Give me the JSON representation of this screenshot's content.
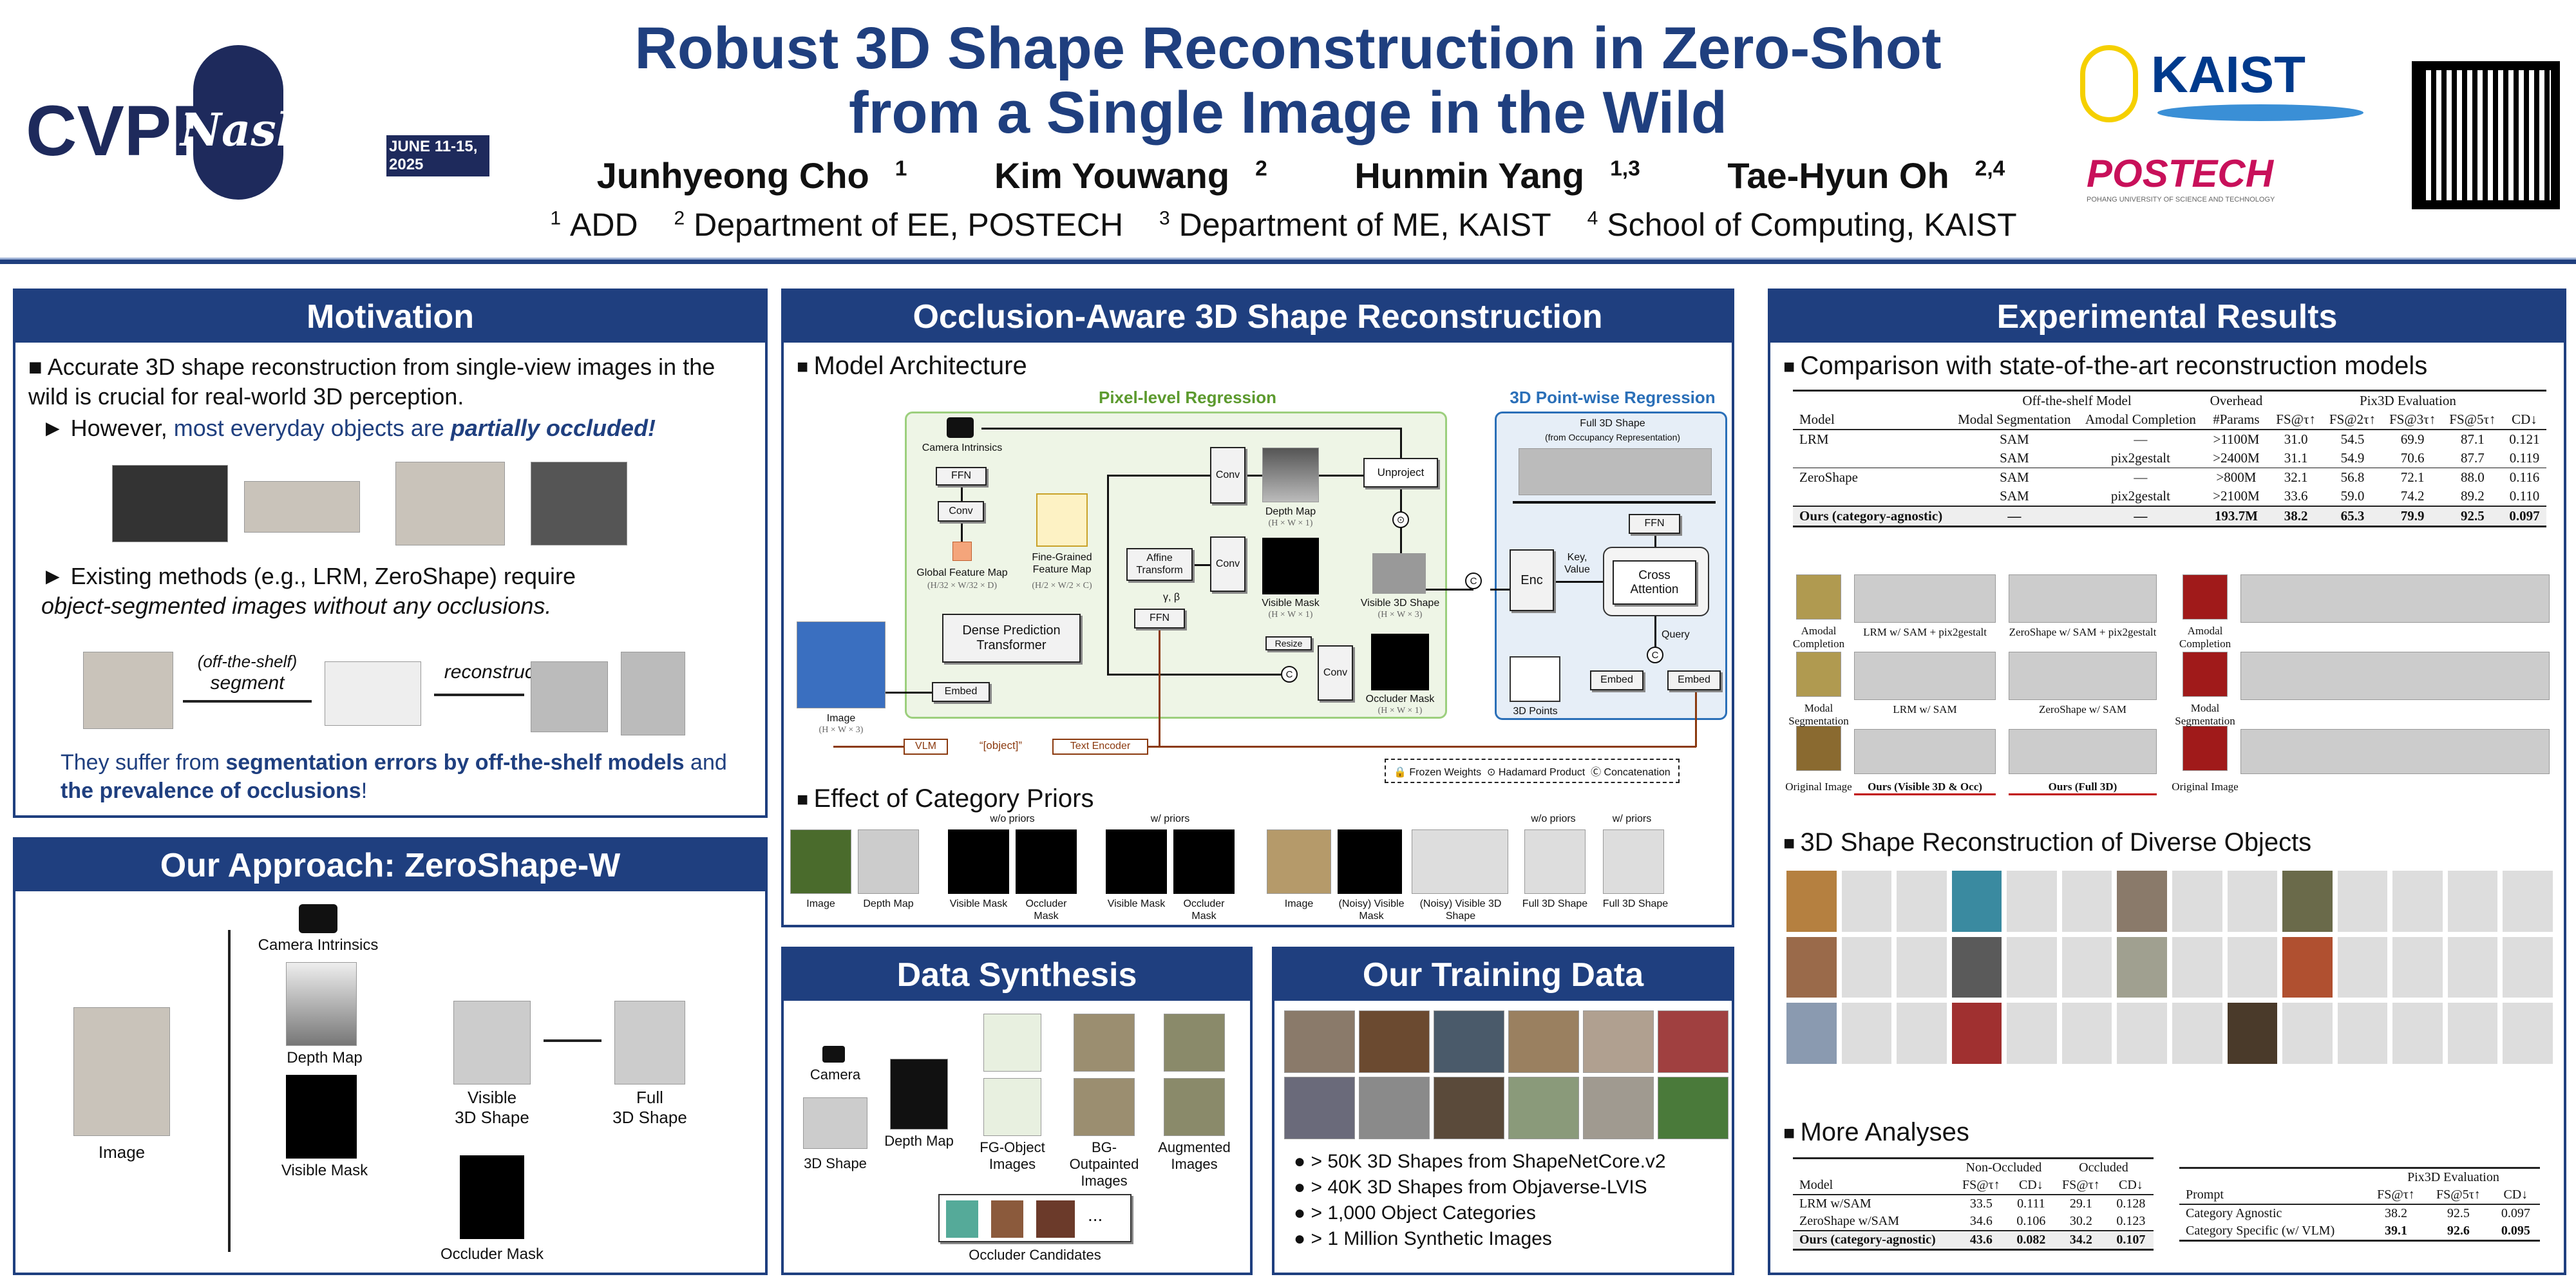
{
  "header": {
    "title_line1": "Robust 3D Shape Reconstruction in Zero-Shot",
    "title_line2": "from a Single Image in the Wild",
    "authors": [
      {
        "name": "Junhyeong Cho",
        "sup": "1"
      },
      {
        "name": "Kim Youwang",
        "sup": "2"
      },
      {
        "name": "Hunmin Yang",
        "sup": "1,3"
      },
      {
        "name": "Tae-Hyun Oh",
        "sup": "2,4"
      }
    ],
    "affiliations": [
      {
        "sup": "1",
        "name": "ADD"
      },
      {
        "sup": "2",
        "name": "Department of EE, POSTECH"
      },
      {
        "sup": "3",
        "name": "Department of ME, KAIST"
      },
      {
        "sup": "4",
        "name": "School of Computing, KAIST"
      }
    ],
    "logos": {
      "cvpr": "CVPR",
      "cvpr_script": "Nashville",
      "cvpr_date": "JUNE 11-15, 2025",
      "kaist": "KAIST",
      "postech": "POSTECH",
      "postech_sub": "POHANG UNIVERSITY OF SCIENCE AND TECHNOLOGY"
    }
  },
  "motivation": {
    "title": "Motivation",
    "b1": "Accurate 3D shape reconstruction from single-view images in the wild is crucial for real-world 3D perception.",
    "b1_sub_prefix": "However, ",
    "b1_sub_blue": "most everyday objects are ",
    "b1_sub_em": "partially occluded!",
    "b2": "Existing methods (e.g., LRM, ZeroShape) require",
    "b2_em": "object-segmented images without any occlusions.",
    "pipe_segment_note": "(off-the-shelf)",
    "pipe_segment": "segment",
    "pipe_reconstruct": "reconstruct",
    "conclusion_1": "They suffer from ",
    "conclusion_b1": "segmentation errors by off-the-shelf models",
    "conclusion_2": " and ",
    "conclusion_b2": "the prevalence of occlusions",
    "conclusion_3": "!"
  },
  "approach": {
    "title": "Our Approach: ZeroShape-W",
    "image": "Image",
    "camera": "Camera Intrinsics",
    "depth": "Depth Map",
    "visible_mask": "Visible Mask",
    "occluder_mask": "Occluder Mask",
    "visible_shape": "Visible\n3D Shape",
    "full_shape": "Full\n3D Shape"
  },
  "occlusion": {
    "title": "Occlusion-Aware 3D Shape Reconstruction",
    "arch_heading": "Model Architecture",
    "pixel_title": "Pixel-level Regression",
    "point_title": "3D Point-wise Regression",
    "labels": {
      "camera": "Camera Intrinsics",
      "ffn": "FFN",
      "conv": "Conv",
      "global": "Global Feature Map",
      "global_dim": "(H/32 × W/32 × D)",
      "fine": "Fine-Grained Feature Map",
      "fine_dim": "(H/2 × W/2 × C)",
      "dpt": "Dense Prediction Transformer",
      "embed": "Embed",
      "affine": "Affine Transform",
      "gamma": "γ, β",
      "depth": "Depth Map",
      "depth_dim": "(H × W × 1)",
      "visible": "Visible Mask",
      "visible_dim": "(H × W × 1)",
      "resize": "Resize",
      "unproject": "Unproject",
      "vis3d": "Visible 3D Shape",
      "vis3d_dim": "(H × W × 3)",
      "occ": "Occluder Mask",
      "occ_dim": "(H × W × 1)",
      "image": "Image",
      "image_dim": "(H × W × 3)",
      "vlm": "VLM",
      "object": "“[object]”",
      "text_enc": "Text Encoder",
      "full": "Full 3D Shape",
      "full_sub": "(from Occupancy Representation)",
      "enc": "Enc",
      "kv": "Key, Value",
      "cross": "Cross Attention",
      "query": "Query",
      "points": "3D Points"
    },
    "legend": [
      "Frozen Weights",
      "Hadamard Product",
      "Concatenation"
    ],
    "priors_heading": "Effect of Category Priors",
    "priors": {
      "wo": "w/o priors",
      "w": "w/ priors",
      "left_caps": [
        "Image",
        "Depth Map",
        "Visible Mask",
        "Occluder Mask",
        "Visible Mask",
        "Occluder Mask"
      ],
      "right_caps": [
        "Image",
        "(Noisy) Visible Mask",
        "(Noisy) Visible 3D Shape",
        "Full 3D Shape",
        "Full 3D Shape"
      ]
    }
  },
  "synthesis": {
    "title": "Data Synthesis",
    "camera": "Camera",
    "shape": "3D Shape",
    "depth": "Depth Map",
    "fg": "FG-Object Images",
    "bg": "BG-Outpainted Images",
    "aug": "Augmented Images",
    "occluders": "Occluder Candidates",
    "ellipsis": "..."
  },
  "training": {
    "title": "Our Training Data",
    "bullets": [
      "> 50K 3D Shapes from ShapeNetCore.v2",
      "> 40K 3D Shapes from Objaverse-LVIS",
      "> 1,000 Object Categories",
      "> 1 Million Synthetic Images"
    ]
  },
  "results": {
    "title": "Experimental Results",
    "sota_heading": "Comparison with state-of-the-art reconstruction models",
    "sota_table": {
      "group_headers": [
        "Off-the-shelf Model",
        "Overhead",
        "Pix3D Evaluation"
      ],
      "headers": [
        "Model",
        "Modal Segmentation",
        "Amodal Completion",
        "#Params",
        "FS@τ↑",
        "FS@2τ↑",
        "FS@3τ↑",
        "FS@5τ↑",
        "CD↓"
      ],
      "rows": [
        [
          "LRM",
          "SAM",
          "—",
          ">1100M",
          "31.0",
          "54.5",
          "69.9",
          "87.1",
          "0.121"
        ],
        [
          "",
          "SAM",
          "pix2gestalt",
          ">2400M",
          "31.1",
          "54.9",
          "70.6",
          "87.7",
          "0.119"
        ],
        [
          "ZeroShape",
          "SAM",
          "—",
          ">800M",
          "32.1",
          "56.8",
          "72.1",
          "88.0",
          "0.116"
        ],
        [
          "",
          "SAM",
          "pix2gestalt",
          ">2100M",
          "33.6",
          "59.0",
          "74.2",
          "89.2",
          "0.110"
        ],
        [
          "Ours (category-agnostic)",
          "—",
          "—",
          "193.7M",
          "38.2",
          "65.3",
          "79.9",
          "92.5",
          "0.097"
        ]
      ]
    },
    "qual_caps": [
      "Amodal Completion",
      "LRM w/ SAM + pix2gestalt",
      "ZeroShape w/ SAM + pix2gestalt",
      "Modal Segmentation",
      "LRM w/ SAM",
      "ZeroShape w/ SAM",
      "Original Image",
      "Ours (Visible 3D & Occ)",
      "Ours (Full 3D)"
    ],
    "diverse_heading": "3D Shape Reconstruction of Diverse Objects",
    "more_heading": "More Analyses",
    "occ_table": {
      "group_headers": [
        "Non-Occluded",
        "Occluded"
      ],
      "headers": [
        "Model",
        "FS@τ↑",
        "CD↓",
        "FS@τ↑",
        "CD↓"
      ],
      "rows": [
        [
          "LRM w/SAM",
          "33.5",
          "0.111",
          "29.1",
          "0.128"
        ],
        [
          "ZeroShape w/SAM",
          "34.6",
          "0.106",
          "30.2",
          "0.123"
        ],
        [
          "Ours (category-agnostic)",
          "43.6",
          "0.082",
          "34.2",
          "0.107"
        ]
      ]
    },
    "prompt_table": {
      "group_header": "Pix3D Evaluation",
      "headers": [
        "Prompt",
        "FS@τ↑",
        "FS@5τ↑",
        "CD↓"
      ],
      "rows": [
        [
          "Category Agnostic",
          "38.2",
          "92.5",
          "0.097"
        ],
        [
          "Category Specific (w/ VLM)",
          "39.1",
          "92.6",
          "0.095"
        ]
      ]
    }
  },
  "colors": {
    "brand": "#1f3f7f",
    "green": "#5c9a2e",
    "blue": "#2a6fb8",
    "red": "#c00000"
  }
}
